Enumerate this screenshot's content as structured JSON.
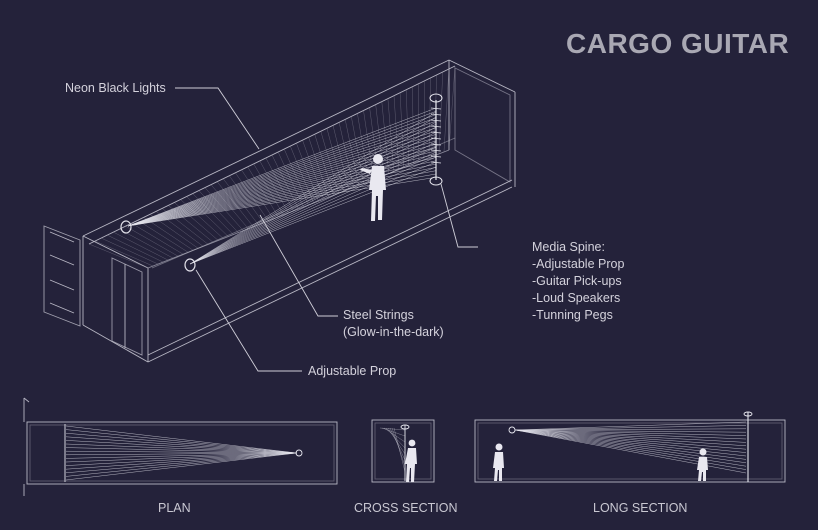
{
  "title": "CARGO GUITAR",
  "labels": {
    "neon_lights": "Neon Black Lights",
    "media_spine_title": "Media Spine:",
    "media_spine_items": [
      "-Adjustable Prop",
      "-Guitar Pick-ups",
      "-Loud Speakers",
      "-Tunning Pegs"
    ],
    "steel_strings_line1": "Steel Strings",
    "steel_strings_line2": "(Glow-in-the-dark)",
    "adjustable_prop": "Adjustable Prop"
  },
  "captions": {
    "plan": "PLAN",
    "cross_section": "CROSS SECTION",
    "long_section": "LONG SECTION"
  },
  "colors": {
    "background": "#24223a",
    "line": "#c9c8d4",
    "title": "#a9a8b3"
  }
}
